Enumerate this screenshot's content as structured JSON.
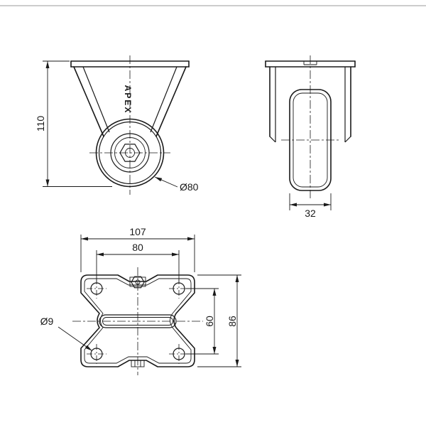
{
  "drawing": {
    "brand_mark": "APEX",
    "front_view": {
      "height_dim": "110",
      "wheel_dia_dim": "Ø80"
    },
    "side_view": {
      "width_dim": "32"
    },
    "plate_view": {
      "overall_width_dim": "107",
      "hole_spacing_h_dim": "80",
      "hole_dia_dim": "Ø9",
      "hole_spacing_v_dim": "60",
      "overall_height_dim": "86"
    }
  },
  "colors": {
    "line": "#1a1a1a",
    "background": "#ffffff"
  }
}
